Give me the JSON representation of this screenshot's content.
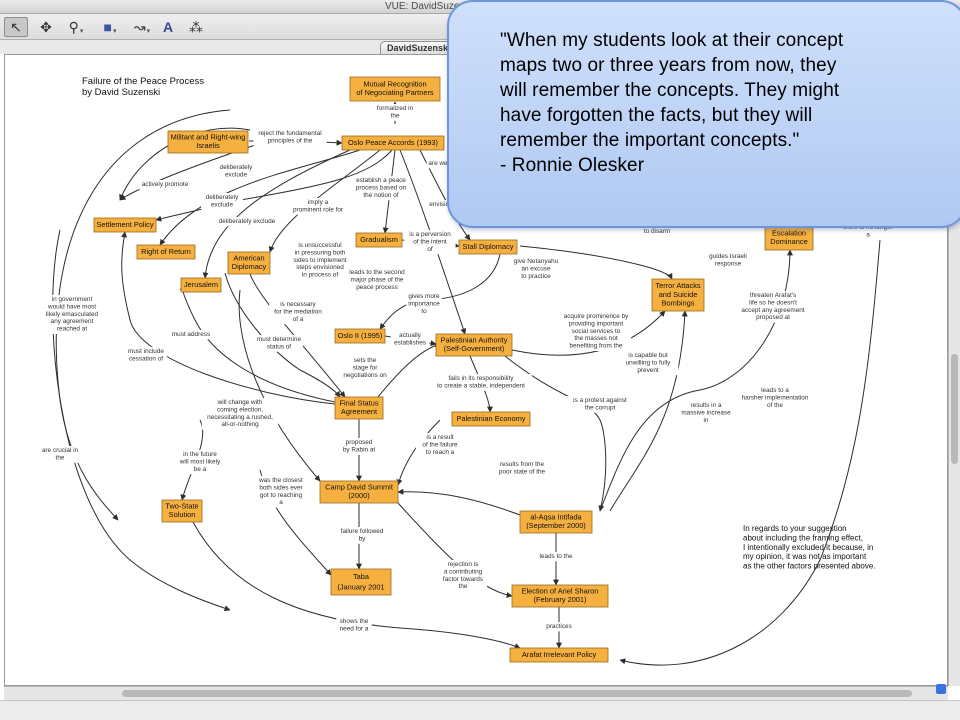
{
  "window": {
    "title": "VUE: DavidSuzenski"
  },
  "toolbar": {
    "tools": [
      {
        "name": "selection-tool",
        "glyph": "↖"
      },
      {
        "name": "pan-tool",
        "glyph": "✥"
      },
      {
        "name": "zoom-tool",
        "glyph": "⚲"
      },
      {
        "name": "node-tool",
        "glyph": "■"
      },
      {
        "name": "link-tool",
        "glyph": "↝"
      },
      {
        "name": "text-tool",
        "glyph": "A"
      },
      {
        "name": "pathway-tool",
        "glyph": "⁂"
      }
    ]
  },
  "tab": {
    "label": "DavidSuzenski"
  },
  "map": {
    "heading": [
      "Failure of the Peace Process",
      "by David Suzenski"
    ],
    "note": [
      "In regards to your suggestion",
      "about including the framing effect,",
      "I intentionally excluded it because, in",
      "my opinion, it was not as important",
      "as the other factors presented above."
    ],
    "nodes": [
      {
        "id": "mutual",
        "lines": [
          "Mutual Recognition",
          "of Negociating Partners"
        ]
      },
      {
        "id": "militant",
        "lines": [
          "Militant and Right-wing",
          "Israelis"
        ]
      },
      {
        "id": "oslo",
        "lines": [
          "Oslo Peace Accords (1993)"
        ]
      },
      {
        "id": "settlement",
        "lines": [
          "Settlement Policy"
        ]
      },
      {
        "id": "gradualism",
        "lines": [
          "Gradualism"
        ]
      },
      {
        "id": "stall",
        "lines": [
          "Stall Diplomacy"
        ]
      },
      {
        "id": "right_return",
        "lines": [
          "Right of Return"
        ]
      },
      {
        "id": "american",
        "lines": [
          "American",
          "Diplomacy"
        ]
      },
      {
        "id": "jerusalem",
        "lines": [
          "Jerusalem"
        ]
      },
      {
        "id": "escalation",
        "lines": [
          "Escalation",
          "Dominance"
        ]
      },
      {
        "id": "terror",
        "lines": [
          "Terror Attacks",
          "and Suicide",
          "Bombings"
        ]
      },
      {
        "id": "oslo2",
        "lines": [
          "Oslo II (1995)"
        ]
      },
      {
        "id": "pa",
        "lines": [
          "Palestinian Authority",
          "(Self-Government)"
        ]
      },
      {
        "id": "final",
        "lines": [
          "Final Status",
          "Agreement"
        ]
      },
      {
        "id": "economy",
        "lines": [
          "Palestinian Economy"
        ]
      },
      {
        "id": "camp",
        "lines": [
          "Camp David Summit",
          "(2000)"
        ]
      },
      {
        "id": "two_state",
        "lines": [
          "Two-State",
          "Solution"
        ]
      },
      {
        "id": "intifada",
        "lines": [
          "al-Aqsa Intifada",
          "(September 2000)"
        ]
      },
      {
        "id": "taba",
        "lines": [
          "Taba",
          "(January 2001"
        ]
      },
      {
        "id": "sharon",
        "lines": [
          "Election of Ariel Sharon",
          "(February 2001)"
        ]
      },
      {
        "id": "arafat",
        "lines": [
          "Arafat Irrelevant Policy"
        ]
      }
    ],
    "labels": {
      "formalized": [
        "formalized in",
        "the"
      ],
      "reject": [
        "reject the fundamental",
        "principles of the"
      ],
      "are_we": [
        "are we"
      ],
      "actively": [
        "actively promote"
      ],
      "deliberately1": [
        "deliberately",
        "exclude"
      ],
      "deliberately2": [
        "deliberately",
        "exclude"
      ],
      "deliberately3": [
        "deliberately exclude"
      ],
      "imply": [
        "imply a",
        "prominent role for"
      ],
      "establish": [
        "establish a peace",
        "process based on",
        "the notion of"
      ],
      "envision": [
        "envision"
      ],
      "perversion": [
        "is a perversion",
        "of the intent",
        "of"
      ],
      "to_disarm": [
        "to disarm"
      ],
      "there_is": [
        "there is no longer",
        "a"
      ],
      "guides": [
        "guides Israeli",
        "response"
      ],
      "give_netanyahu": [
        "give Netanyahu",
        "an excuse",
        "to practice"
      ],
      "unsuccessful": [
        "is unsuccessful",
        "in pressuring both",
        "sides to implement",
        "steps envisioned",
        "in process of"
      ],
      "leads_second": [
        "leads to the second",
        "major phase of the",
        "peace process"
      ],
      "threaten": [
        "threaten Arafat's",
        "life so he doesn't",
        "accept any agreement",
        "proposed at"
      ],
      "in_government": [
        "in government",
        "would have most",
        "likely emasculated",
        "any agreement",
        "reached at"
      ],
      "necessary": [
        "is necessary",
        "for the mediation",
        "of a"
      ],
      "gives_more": [
        "gives more",
        "importance",
        "to"
      ],
      "acquire": [
        "acquire prominence by",
        "providing important",
        "social services to",
        "the masses not",
        "benefiting from the"
      ],
      "actually": [
        "actually",
        "establishes"
      ],
      "must_address": [
        "must address"
      ],
      "must_determine": [
        "must determine",
        "status of"
      ],
      "must_include": [
        "must include",
        "cessation of"
      ],
      "capable": [
        "is capable but",
        "unwilling to fully",
        "prevent"
      ],
      "sets_stage": [
        "sets the",
        "stage for",
        "negotiations on"
      ],
      "fails": [
        "fails in its responsibility",
        "to create a stable, independent"
      ],
      "protest": [
        "is a protest against",
        "the corrupt"
      ],
      "results_massive": [
        "results in a",
        "massive increase",
        "in"
      ],
      "leads_harsher": [
        "leads to a",
        "harsher implementation",
        "of the"
      ],
      "will_change": [
        "will change with",
        "coming election,",
        "necessitating a rushed,",
        "all-or-nothing"
      ],
      "crucial": [
        "are crucial in",
        "the"
      ],
      "proposed_rabin": [
        "proposed",
        "by Rabin at"
      ],
      "result_failure": [
        "is a result",
        "of the failure",
        "to reach a"
      ],
      "future": [
        "in the future",
        "will most likely",
        "be a"
      ],
      "results_poor": [
        "results from the",
        "poor state of the"
      ],
      "closest": [
        "was the closest",
        "both sides ever",
        "got to reaching",
        "a"
      ],
      "failure_followed": [
        "failure followed",
        "by"
      ],
      "leads_to": [
        "leads to the"
      ],
      "rejection": [
        "rejection is",
        "a contributing",
        "factor towards",
        "the"
      ],
      "shows_need": [
        "shows the",
        "need for a"
      ],
      "practices": [
        "practices"
      ]
    }
  },
  "quote": {
    "lines": [
      "\"When my students look at their concept",
      "maps two or three years from now, they",
      "will remember the concepts. They might",
      "have forgotten the facts, but they will",
      "remember the important concepts.\"",
      "- Ronnie Olesker"
    ]
  },
  "colors": {
    "node_fill": "#f5b040",
    "callout_fill": "#b8cff4",
    "callout_border": "#6e96db"
  }
}
